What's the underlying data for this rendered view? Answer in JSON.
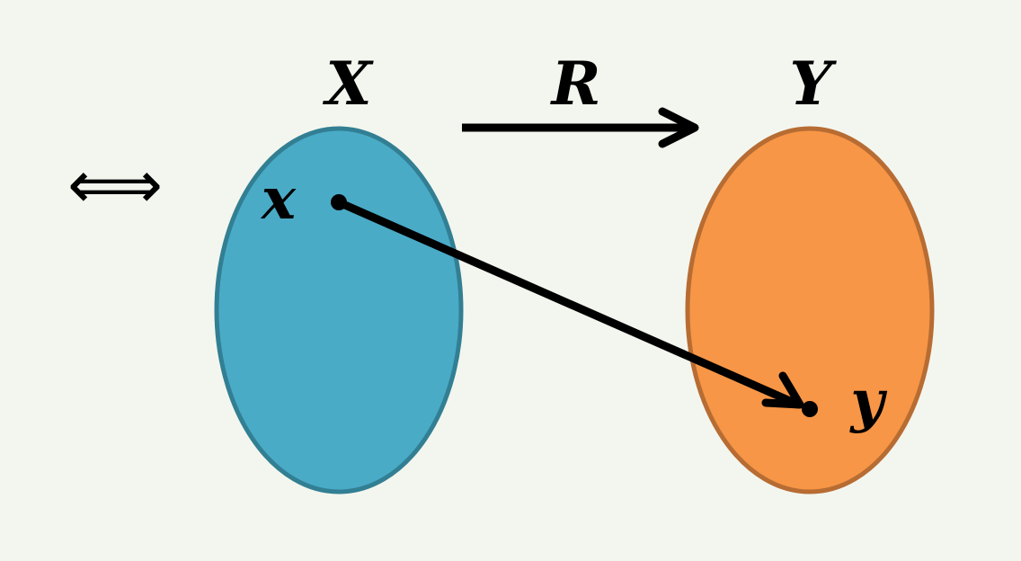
{
  "diagram": {
    "equivalence_symbol": "⟺",
    "domain": {
      "label": "X",
      "element": "x",
      "fill": "#4aabc7",
      "stroke": "#327f93"
    },
    "codomain": {
      "label": "Y",
      "element": "y",
      "fill": "#f79646",
      "stroke": "#b76c33"
    },
    "relation": {
      "label": "R"
    },
    "ink": "#000000"
  }
}
